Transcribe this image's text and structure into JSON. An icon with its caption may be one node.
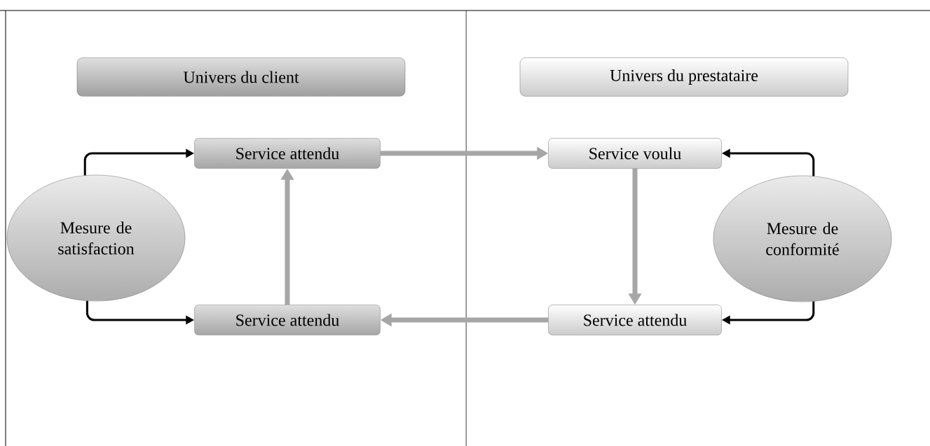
{
  "diagram": {
    "nodes": [
      {
        "text": [
          "Univers du client"
        ]
      },
      {
        "text": [
          "Univers du prestataire"
        ]
      },
      {
        "text": [
          "Service attendu"
        ]
      },
      {
        "text": [
          "Service voulu"
        ]
      },
      {
        "text": [
          "Mesure de satisfaction"
        ]
      },
      {
        "text": [
          "Mesure de conformité"
        ]
      },
      {
        "text": [
          "Service attendu"
        ]
      },
      {
        "text": [
          "Service attendu"
        ]
      }
    ],
    "edges": [
      {
        "from": 2,
        "to": 3,
        "arrow": "to",
        "style": "thick",
        "color": "#a6a6a6"
      },
      {
        "from": 3,
        "to": 7,
        "arrow": "to",
        "style": "thick",
        "color": "#a6a6a6"
      },
      {
        "from": 7,
        "to": 6,
        "arrow": "to",
        "style": "thick",
        "color": "#a6a6a6"
      },
      {
        "from": 6,
        "to": 2,
        "arrow": "to",
        "style": "thick",
        "color": "#a6a6a6"
      },
      {
        "from": 4,
        "to": 2,
        "arrow": "to",
        "color": "#000000"
      },
      {
        "from": 4,
        "to": 6,
        "arrow": "to",
        "color": "#000000"
      },
      {
        "from": 5,
        "to": 3,
        "arrow": "to",
        "color": "#000000"
      },
      {
        "from": 5,
        "to": 7,
        "arrow": "to",
        "color": "#000000"
      }
    ]
  }
}
